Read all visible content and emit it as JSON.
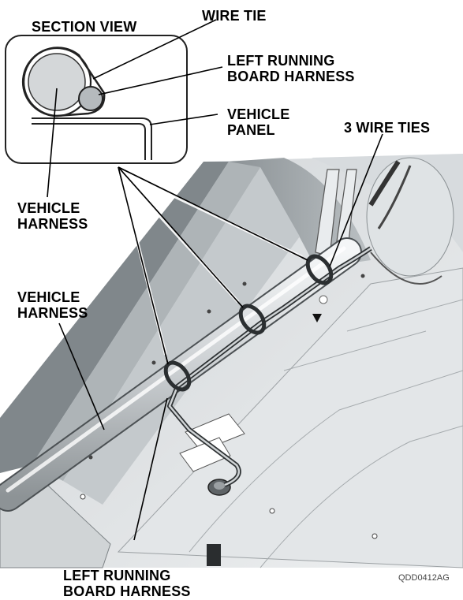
{
  "labels": {
    "section_view": "SECTION VIEW",
    "wire_tie": "WIRE TIE",
    "left_running_board_harness_line1": "LEFT RUNNING",
    "left_running_board_harness_line2": "BOARD HARNESS",
    "vehicle_panel_line1": "VEHICLE",
    "vehicle_panel_line2": "PANEL",
    "three_wire_ties": "3 WIRE TIES",
    "vehicle_harness_inset_line1": "VEHICLE",
    "vehicle_harness_inset_line2": "HARNESS",
    "vehicle_harness_main_line1": "VEHICLE",
    "vehicle_harness_main_line2": "HARNESS",
    "bottom_harness_line1": "LEFT RUNNING",
    "bottom_harness_line2": "BOARD HARNESS"
  },
  "figure_code": "QDD0412AG"
}
